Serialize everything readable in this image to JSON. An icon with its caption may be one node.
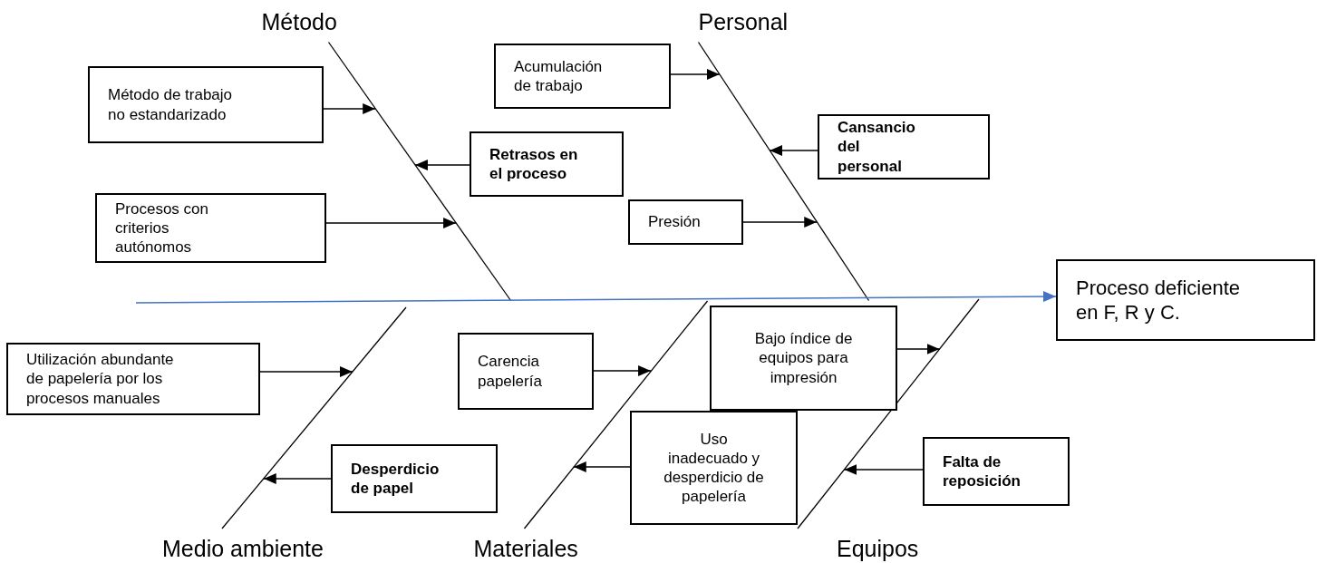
{
  "diagram": {
    "nodes": [
      {
        "text": [
          "Método"
        ]
      },
      {
        "text": [
          "Personal"
        ]
      },
      {
        "text": [
          "Método de trabajo no estandarizado"
        ]
      },
      {
        "text": [
          "Acumulación de trabajo"
        ]
      },
      {
        "text": [
          "Retrasos en el proceso"
        ]
      },
      {
        "text": [
          "Cansancio del personal"
        ]
      },
      {
        "text": [
          "Procesos con criterios autónomos"
        ]
      },
      {
        "text": [
          "Presión"
        ]
      },
      {
        "text": [
          "Proceso deficiente en F, R y C."
        ]
      },
      {
        "text": [
          "Bajo índice de equipos para impresión"
        ]
      },
      {
        "text": [
          "Carencia papelería"
        ]
      },
      {
        "text": [
          "Utilización abundante de papelería por los procesos manuales"
        ]
      },
      {
        "text": [
          "Desperdicio de papel"
        ]
      },
      {
        "text": [
          "Uso inadecuado y desperdicio de papelería"
        ]
      },
      {
        "text": [
          "Falta de reposición"
        ]
      },
      {
        "text": [
          "Medio ambiente"
        ]
      },
      {
        "text": [
          "Materiales"
        ]
      },
      {
        "text": [
          "Equipos"
        ]
      }
    ],
    "edges": [
      {
        "from": null,
        "to": 8,
        "arrow": "to",
        "color": "#4472c4"
      },
      {
        "from": 2,
        "to": 0,
        "arrow": "to"
      },
      {
        "from": 4,
        "to": 0,
        "arrow": "to"
      },
      {
        "from": 6,
        "to": 0,
        "arrow": "to"
      },
      {
        "from": 3,
        "to": 1,
        "arrow": "to"
      },
      {
        "from": 5,
        "to": 1,
        "arrow": "to"
      },
      {
        "from": 7,
        "to": 1,
        "arrow": "to"
      },
      {
        "from": 11,
        "to": 15,
        "arrow": "to"
      },
      {
        "from": 12,
        "to": 15,
        "arrow": "to"
      },
      {
        "from": 10,
        "to": 16,
        "arrow": "to"
      },
      {
        "from": 13,
        "to": 16,
        "arrow": "to"
      },
      {
        "from": 9,
        "to": 17,
        "arrow": "to"
      },
      {
        "from": 14,
        "to": 17,
        "arrow": "to"
      }
    ]
  }
}
